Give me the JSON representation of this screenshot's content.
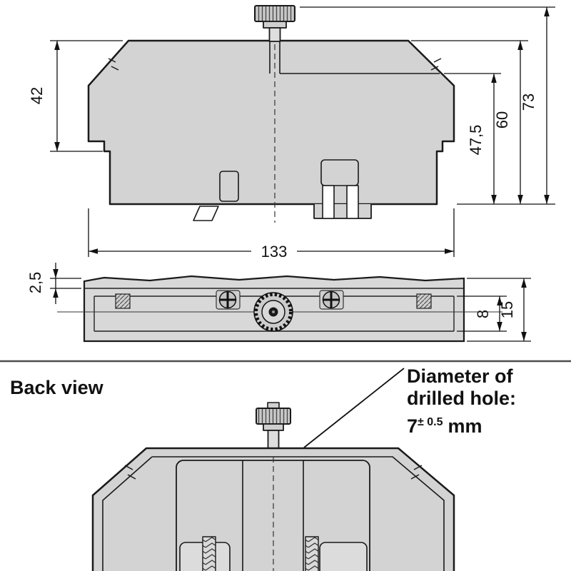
{
  "front_view": {
    "dimensions": {
      "left_height": "42",
      "width": "133",
      "shelf_to_bottom": "47,5",
      "body_height": "60",
      "total_height": "73"
    }
  },
  "top_view": {
    "dimensions": {
      "edge_offset": "2,5",
      "band_height": "8",
      "total_depth": "15"
    }
  },
  "back_view": {
    "title": "Back view",
    "callout": {
      "line1": "Diameter of",
      "line2": "drilled hole:",
      "value": "7",
      "tolerance": "± 0.5",
      "unit": "mm"
    }
  },
  "colors": {
    "line": "#1a1a1a",
    "body_fill": "#d3d3d3",
    "dimension_line": "#111111"
  }
}
